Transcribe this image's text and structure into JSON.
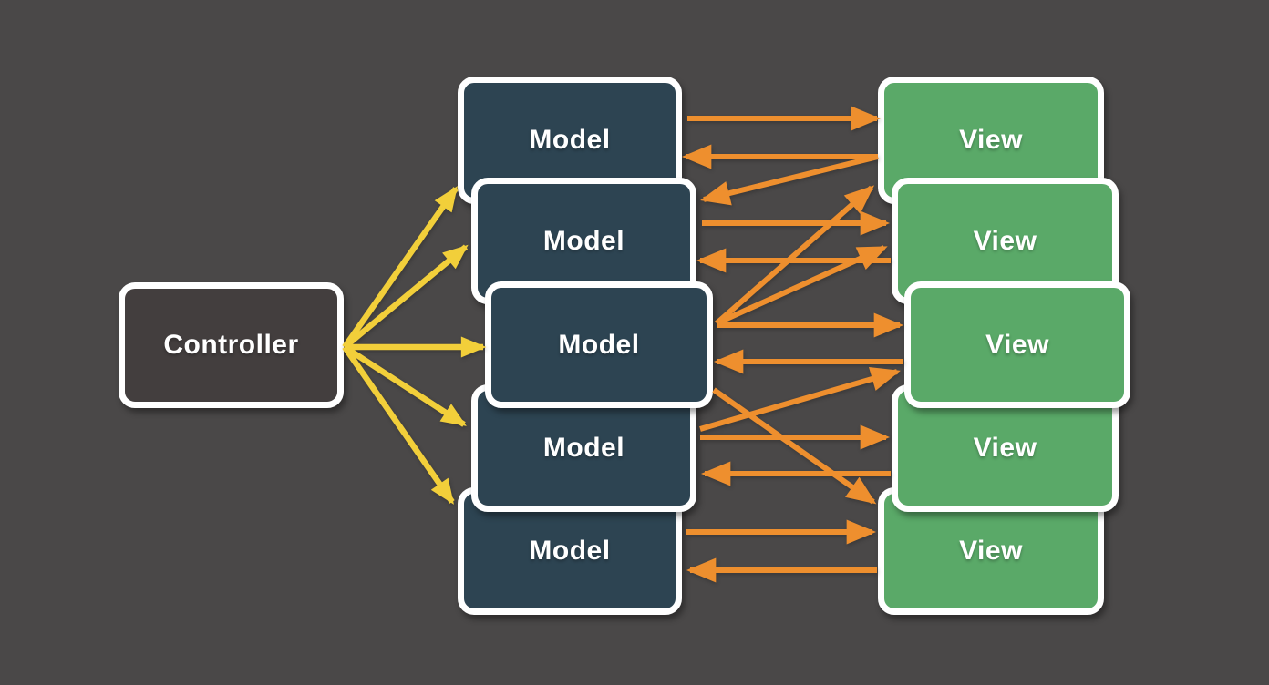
{
  "diagram": {
    "title": "MVC controller-model-view connections diagram",
    "background_color": "#4a4848",
    "node_border_color": "#ffffff",
    "label_color": "#ffffff",
    "controller": {
      "id": "controller",
      "label": "Controller",
      "fill": "#433e3e"
    },
    "model_fill": "#2d4452",
    "view_fill": "#5aa968",
    "models": [
      {
        "id": "model-1",
        "label": "Model"
      },
      {
        "id": "model-2",
        "label": "Model"
      },
      {
        "id": "model-3",
        "label": "Model"
      },
      {
        "id": "model-4",
        "label": "Model"
      },
      {
        "id": "model-5",
        "label": "Model"
      }
    ],
    "views": [
      {
        "id": "view-1",
        "label": "View"
      },
      {
        "id": "view-2",
        "label": "View"
      },
      {
        "id": "view-3",
        "label": "View"
      },
      {
        "id": "view-4",
        "label": "View"
      },
      {
        "id": "view-5",
        "label": "View"
      }
    ],
    "arrow_colors": {
      "controller_to_model": "#f2cf3a",
      "model_view": "#ee8f2e"
    },
    "edges": [
      {
        "from": "controller",
        "to": "model-1",
        "color": "controller_to_model"
      },
      {
        "from": "controller",
        "to": "model-2",
        "color": "controller_to_model"
      },
      {
        "from": "controller",
        "to": "model-3",
        "color": "controller_to_model"
      },
      {
        "from": "controller",
        "to": "model-4",
        "color": "controller_to_model"
      },
      {
        "from": "controller",
        "to": "model-5",
        "color": "controller_to_model"
      },
      {
        "from": "model-1",
        "to": "view-1",
        "color": "model_view"
      },
      {
        "from": "view-1",
        "to": "model-1",
        "color": "model_view"
      },
      {
        "from": "view-1",
        "to": "model-2",
        "color": "model_view"
      },
      {
        "from": "model-2",
        "to": "view-2",
        "color": "model_view"
      },
      {
        "from": "view-2",
        "to": "model-2",
        "color": "model_view"
      },
      {
        "from": "model-3",
        "to": "view-1",
        "color": "model_view"
      },
      {
        "from": "model-3",
        "to": "view-2",
        "color": "model_view"
      },
      {
        "from": "model-3",
        "to": "view-3",
        "color": "model_view"
      },
      {
        "from": "view-3",
        "to": "model-3",
        "color": "model_view"
      },
      {
        "from": "model-3",
        "to": "view-5",
        "color": "model_view"
      },
      {
        "from": "model-4",
        "to": "view-3",
        "color": "model_view"
      },
      {
        "from": "model-4",
        "to": "view-4",
        "color": "model_view"
      },
      {
        "from": "view-4",
        "to": "model-4",
        "color": "model_view"
      },
      {
        "from": "model-5",
        "to": "view-5",
        "color": "model_view"
      },
      {
        "from": "view-5",
        "to": "model-5",
        "color": "model_view"
      }
    ]
  }
}
